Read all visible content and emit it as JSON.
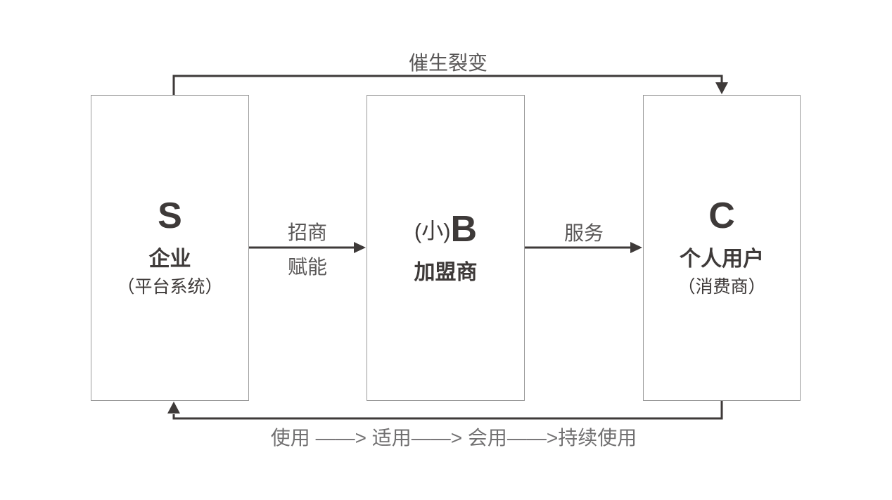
{
  "boxes": [
    {
      "letter_prefix": "",
      "letter": "S",
      "name": "企业",
      "subtitle": "（平台系统）"
    },
    {
      "letter_prefix": "(小)",
      "letter": "B",
      "name": "加盟商",
      "subtitle": ""
    },
    {
      "letter_prefix": "",
      "letter": "C",
      "name": "个人用户",
      "subtitle": "（消费商）"
    }
  ],
  "labels": {
    "top_flow": "催生裂变",
    "s_to_b_top": "招商",
    "s_to_b_bottom": "赋能",
    "b_to_c": "服务",
    "bottom_flow": "使用 ——> 适用——> 会用——>持续使用"
  },
  "colors": {
    "arrow": "#3e3a39",
    "box_border": "#9a9a9a",
    "box_text": "#3e3a39",
    "label_text": "#595757",
    "flow_text": "#717071",
    "background": "#ffffff"
  }
}
